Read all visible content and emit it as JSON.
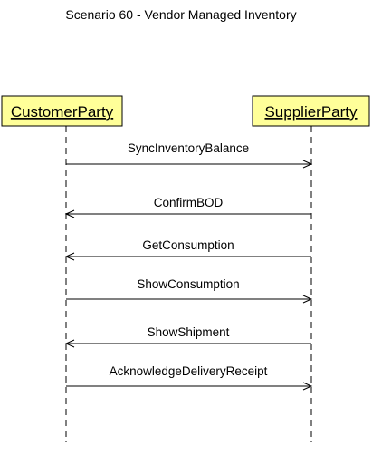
{
  "diagram": {
    "title": "Scenario 60 - Vendor Managed Inventory",
    "lifeline_fill": "#ffff99",
    "participants": [
      {
        "name": "CustomerParty"
      },
      {
        "name": "SupplierParty"
      }
    ],
    "messages": [
      {
        "label": "SyncInventoryBalance",
        "from": "CustomerParty",
        "to": "SupplierParty"
      },
      {
        "label": "ConfirmBOD",
        "from": "SupplierParty",
        "to": "CustomerParty"
      },
      {
        "label": "GetConsumption",
        "from": "SupplierParty",
        "to": "CustomerParty"
      },
      {
        "label": "ShowConsumption",
        "from": "CustomerParty",
        "to": "SupplierParty"
      },
      {
        "label": "ShowShipment",
        "from": "SupplierParty",
        "to": "CustomerParty"
      },
      {
        "label": "AcknowledgeDeliveryReceipt",
        "from": "CustomerParty",
        "to": "SupplierParty"
      }
    ]
  }
}
